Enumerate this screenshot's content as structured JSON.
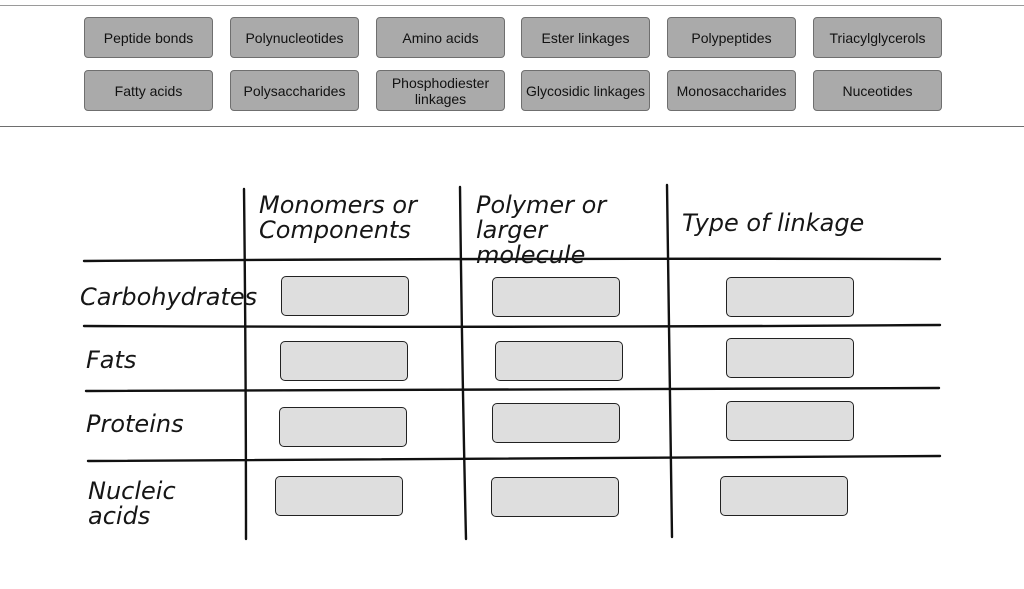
{
  "term_bank": {
    "terms": [
      "Peptide bonds",
      "Polynucleotides",
      "Amino acids",
      "Ester linkages",
      "Polypeptides",
      "Triacylglycerols",
      "Fatty acids",
      "Polysaccharides",
      "Phosphodiester linkages",
      "Glycosidic linkages",
      "Monosaccharides",
      "Nuceotides"
    ]
  },
  "table": {
    "columns": [
      "Monomers or Components",
      "Polymer or larger molecule",
      "Type of linkage"
    ],
    "rows": [
      "Carbohydrates",
      "Fats",
      "Proteins",
      "Nucleic acids"
    ]
  },
  "colors": {
    "term_fill": "#aaaaaa",
    "drop_fill": "#dedede",
    "ink": "#161616"
  }
}
